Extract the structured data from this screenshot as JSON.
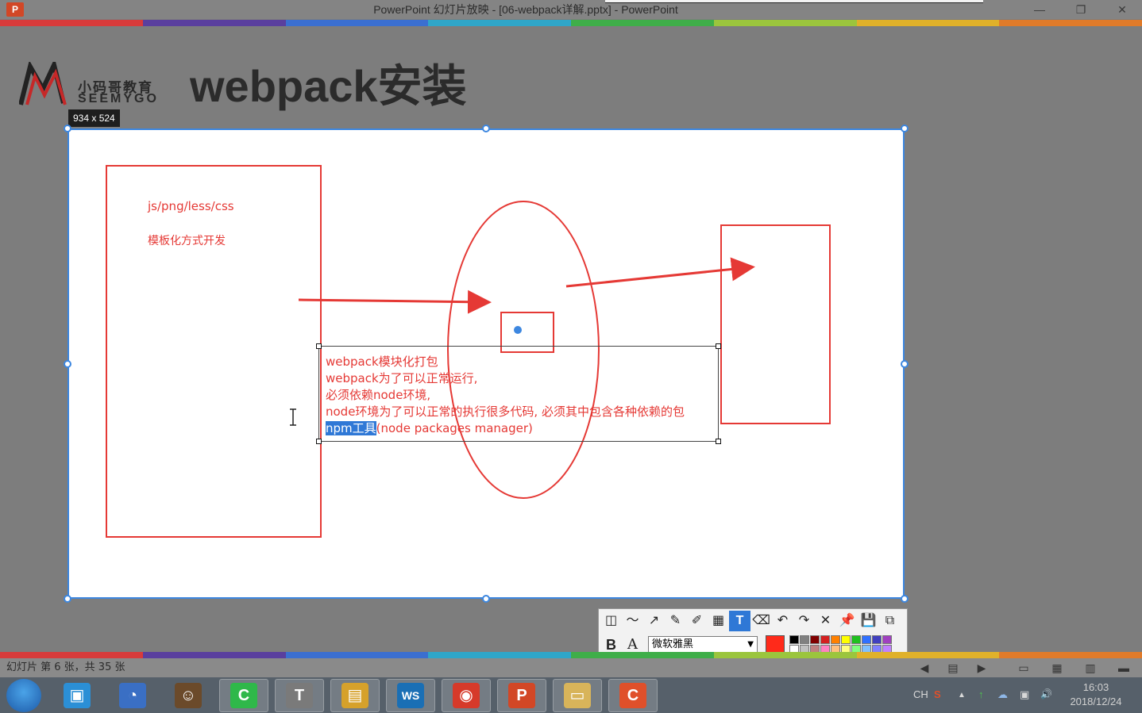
{
  "window": {
    "title": "PowerPoint 幻灯片放映 - [06-webpack详解.pptx] - PowerPoint",
    "app_icon_letter": "P",
    "controls": [
      "—",
      "❐",
      "✕"
    ]
  },
  "strip_colors": [
    "#d83b3b",
    "#5a3f9e",
    "#3b6fd0",
    "#2fa6c9",
    "#3fae49",
    "#9bc53d",
    "#e0b12a",
    "#e07b2a"
  ],
  "slide": {
    "logo_cn": "小码哥教育",
    "logo_en": "SEEMYGO",
    "title": "webpack安装"
  },
  "whiteboard": {
    "size_badge": "934 x 524",
    "note_1": "js/png/less/css",
    "note_2": "模板化方式开发",
    "textbox": {
      "line_1": "webpack模块化打包",
      "line_2": "webpack为了可以正常运行,",
      "line_3": "必须依赖node环境,",
      "line_4": "node环境为了可以正常的执行很多代码, 必须其中包含各种依赖的包",
      "line_5_selected": "npm工具",
      "line_5_rest": "(node packages manager)"
    },
    "ink_color": "#e53935",
    "dot_color": "#3d87e0"
  },
  "annotation_toolbar": {
    "tools": [
      {
        "name": "shape-tool",
        "glyph": "◫"
      },
      {
        "name": "curve-tool",
        "glyph": "〜"
      },
      {
        "name": "arrow-tool",
        "glyph": "↗"
      },
      {
        "name": "pen-tool",
        "glyph": "✎"
      },
      {
        "name": "highlighter-tool",
        "glyph": "✐"
      },
      {
        "name": "mosaic-tool",
        "glyph": "▦"
      },
      {
        "name": "text-tool",
        "glyph": "T",
        "active": true
      },
      {
        "name": "eraser-tool",
        "glyph": "⌫"
      },
      {
        "name": "undo-tool",
        "glyph": "↶"
      },
      {
        "name": "redo-tool",
        "glyph": "↷"
      },
      {
        "name": "close-tool",
        "glyph": "✕"
      },
      {
        "name": "pin-tool",
        "glyph": "📌"
      },
      {
        "name": "save-tool",
        "glyph": "💾"
      },
      {
        "name": "copy-tool",
        "glyph": "⧉"
      }
    ],
    "bold_label": "B",
    "font_style_label": "A",
    "font_name": "微软雅黑",
    "current_color": "#ff2a1a",
    "palette": [
      "#000000",
      "#808080",
      "#800000",
      "#d42020",
      "#ff8000",
      "#ffff00",
      "#20c020",
      "#3070ff",
      "#4040c0",
      "#a040c0",
      "#ffffff",
      "#c0c0c0",
      "#c08080",
      "#ff80c0",
      "#ffc080",
      "#ffff80",
      "#80ff80",
      "#80c0ff",
      "#8080ff",
      "#c080ff"
    ]
  },
  "statusbar": {
    "info": "幻灯片 第 6 张，共 35 张"
  },
  "taskbar": {
    "apps": [
      {
        "name": "file-manager-app",
        "letter": "▣",
        "color": "#2b8fd6"
      },
      {
        "name": "browser-app",
        "letter": "◔",
        "color": "#3a6fc4"
      },
      {
        "name": "avatar-app",
        "letter": "☺",
        "color": "#6b4a2a"
      },
      {
        "name": "camtasia-app",
        "letter": "C",
        "color": "#2fb84a"
      },
      {
        "name": "typora-app",
        "letter": "T",
        "color": "#7a7a7a"
      },
      {
        "name": "notes-app",
        "letter": "▤",
        "color": "#d6a12b"
      },
      {
        "name": "webstorm-app",
        "letter": "WS",
        "color": "#1a6fb5"
      },
      {
        "name": "chrome-app",
        "letter": "◉",
        "color": "#d63a2a"
      },
      {
        "name": "powerpoint-app",
        "letter": "P",
        "color": "#d24726"
      },
      {
        "name": "explorer-app",
        "letter": "▭",
        "color": "#d8b45a"
      },
      {
        "name": "recorder-app",
        "letter": "C",
        "color": "#e0502a"
      }
    ],
    "tray": {
      "ime": "CH",
      "sogou": "S",
      "up_arrow": "▲",
      "upload": "↑",
      "cloud": "☁",
      "network": "▣",
      "volume": "🔊"
    },
    "time": "16:03",
    "date": "2018/12/24"
  }
}
